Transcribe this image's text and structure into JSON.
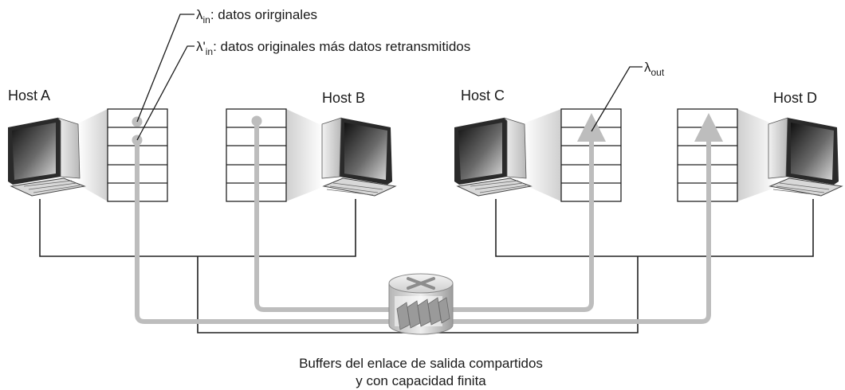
{
  "hosts": [
    {
      "id": "A",
      "label": "Host A"
    },
    {
      "id": "B",
      "label": "Host B"
    },
    {
      "id": "C",
      "label": "Host C"
    },
    {
      "id": "D",
      "label": "Host D"
    }
  ],
  "legend": {
    "lambda_in": {
      "symbol": "λ",
      "subscript": "in",
      "text": ": datos orirginales"
    },
    "lambda_in_prime": {
      "symbol": "λ'",
      "subscript": "in",
      "text": ": datos originales más datos retransmitidos"
    },
    "lambda_out": {
      "symbol": "λ",
      "subscript": "out"
    }
  },
  "caption": {
    "line1": "Buffers del enlace de salida compartidos",
    "line2": "y con capacidad finita"
  }
}
